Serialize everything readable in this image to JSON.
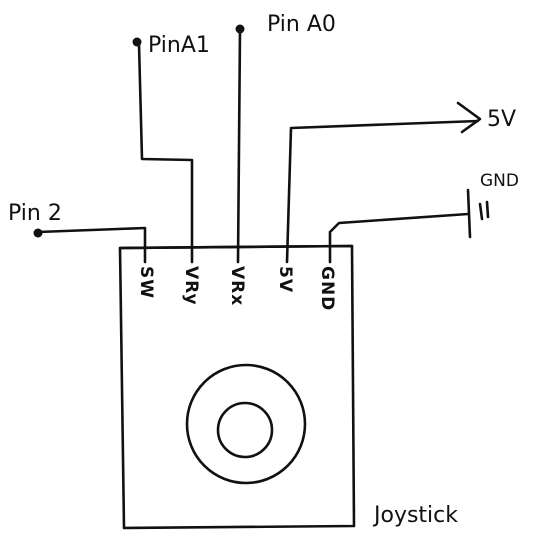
{
  "labels": {
    "pin_a1": "PinA1",
    "pin_a0": "Pin A0",
    "pin_2": "Pin 2",
    "v5": "5V",
    "gnd": "GND",
    "joystick": "Joystick"
  },
  "pins": [
    {
      "id": "sw",
      "label": "SW"
    },
    {
      "id": "vry",
      "label": "VRy"
    },
    {
      "id": "vrx",
      "label": "VRx"
    },
    {
      "id": "5v",
      "label": "5V"
    },
    {
      "id": "gnd",
      "label": "GND"
    }
  ]
}
